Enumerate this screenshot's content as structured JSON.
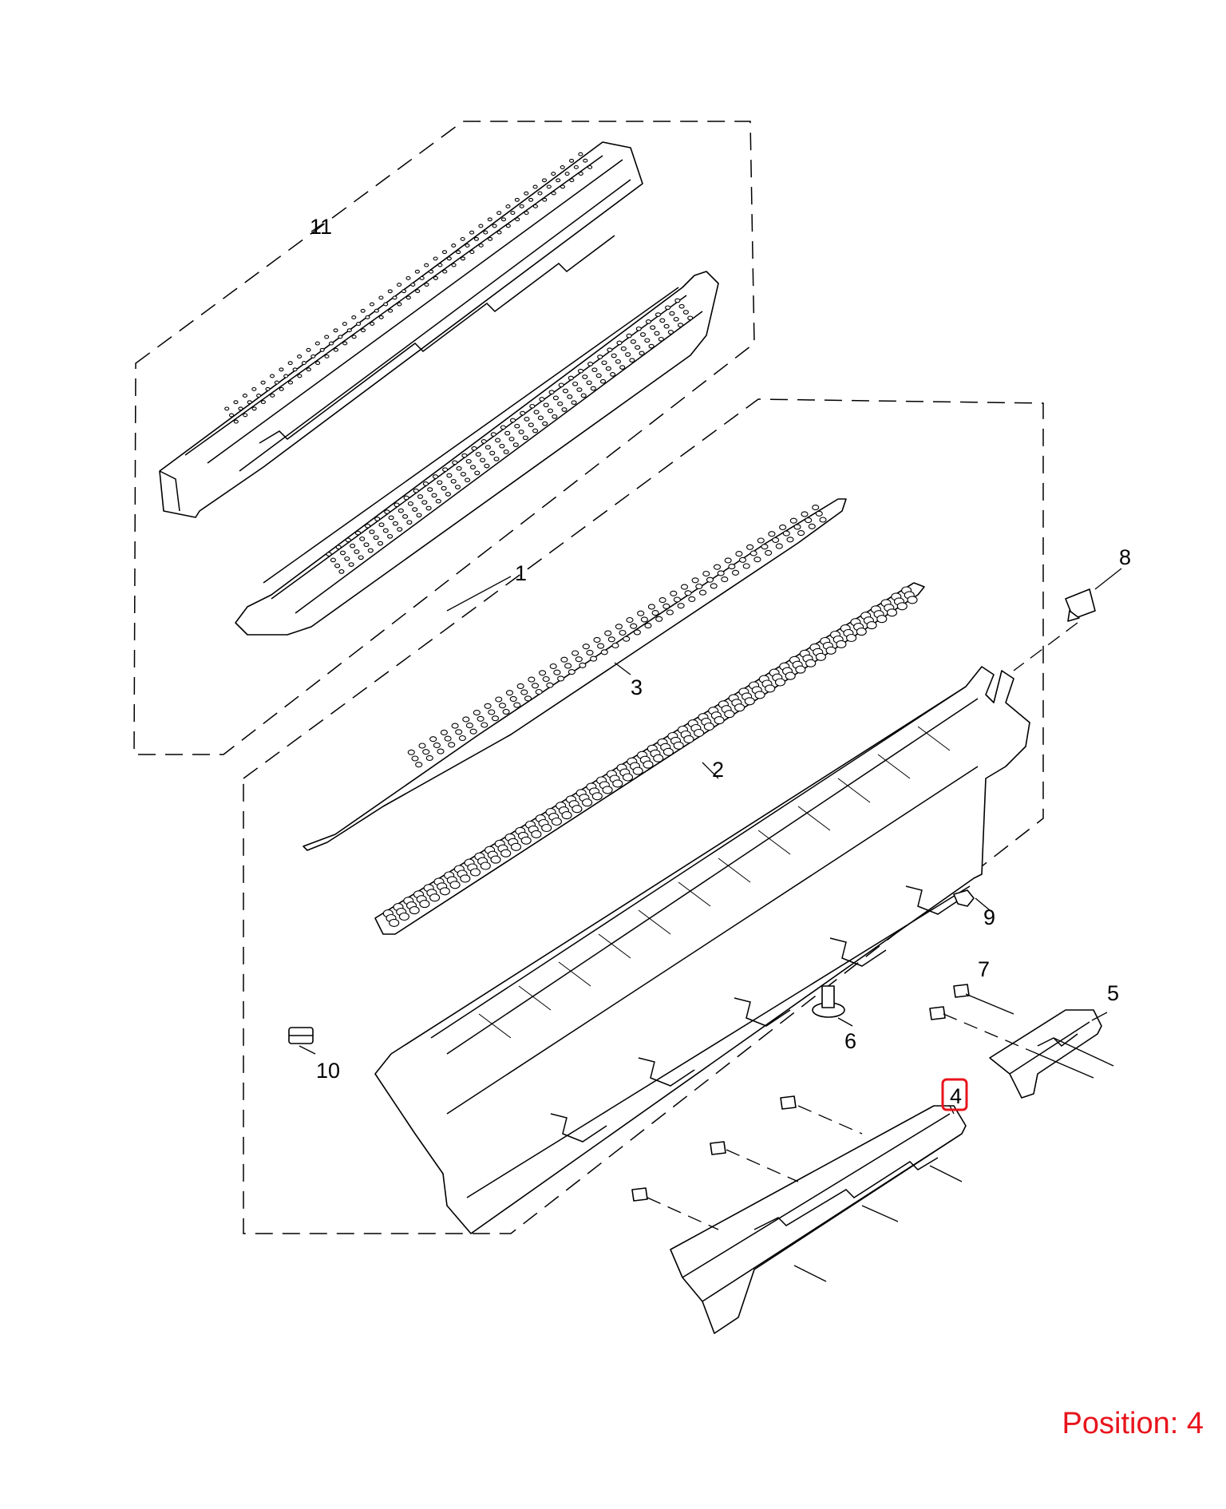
{
  "callouts": {
    "c1": "1",
    "c2": "2",
    "c3": "3",
    "c4": "4",
    "c5": "5",
    "c6": "6",
    "c7": "7",
    "c8": "8",
    "c9": "9",
    "c10": "10",
    "c11": "11"
  },
  "highlighted_callout": "4",
  "position_label": "Position: 4",
  "colors": {
    "highlight": "#e8141c",
    "line": "#000000",
    "background": "#ffffff"
  }
}
